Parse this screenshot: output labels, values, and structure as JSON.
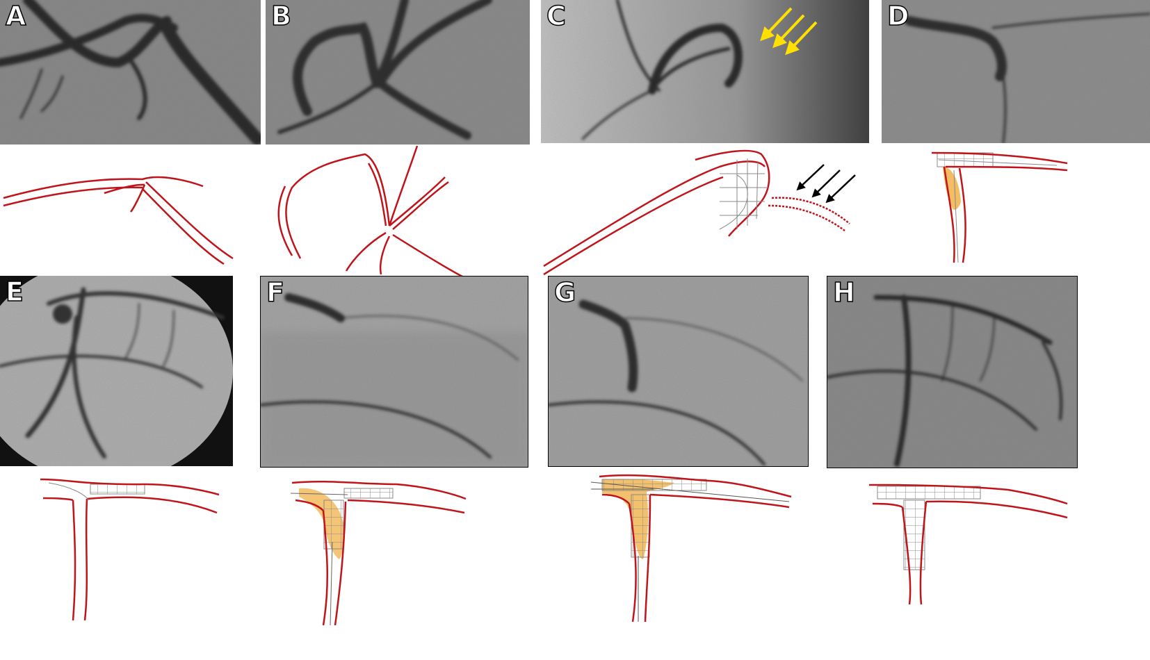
{
  "figure": {
    "panels": [
      {
        "id": "A",
        "label": "A"
      },
      {
        "id": "B",
        "label": "B"
      },
      {
        "id": "C",
        "label": "C"
      },
      {
        "id": "D",
        "label": "D"
      },
      {
        "id": "E",
        "label": "E"
      },
      {
        "id": "F",
        "label": "F"
      },
      {
        "id": "G",
        "label": "G"
      },
      {
        "id": "H",
        "label": "H"
      }
    ],
    "colors": {
      "vessel_outline": "#c0141a",
      "stent_mesh": "#888888",
      "balloon_fill": "#f0b24a",
      "arrow_panel_c": "#ffe000",
      "arrow_schematic": "#000000"
    }
  }
}
